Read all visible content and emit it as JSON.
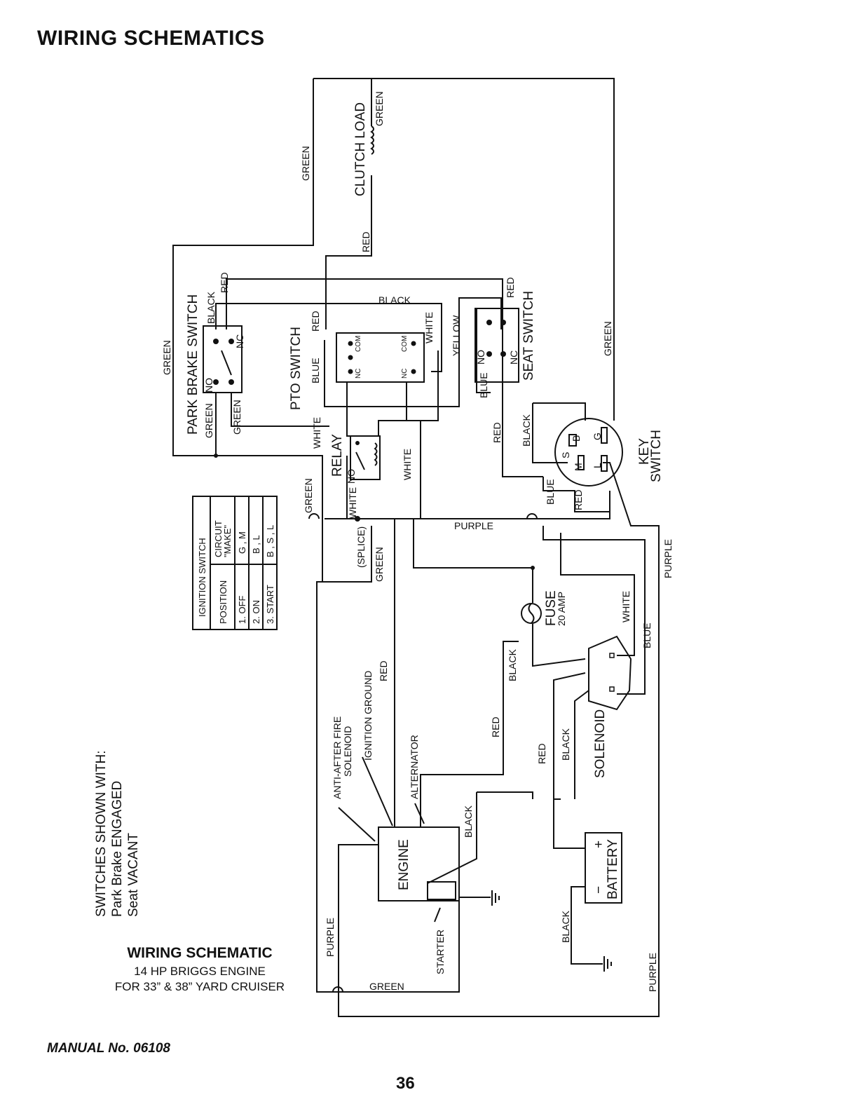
{
  "page_title": "WIRING SCHEMATICS",
  "manual_no": "MANUAL No. 06108",
  "page_number": "36",
  "caption": {
    "title": "WIRING SCHEMATIC",
    "line2": "14 HP BRIGGS ENGINE",
    "line3": "FOR 33” & 38” YARD CRUISER"
  },
  "switches_note": {
    "heading": "SWITCHES SHOWN WITH:",
    "line1": "Park Brake ENGAGED",
    "line2": "Seat VACANT"
  },
  "ignition_table": {
    "title": "IGNITION SWITCH",
    "col1": "POSITION",
    "col2_line1": "CIRCUIT",
    "col2_line2": "\"MAKE\"",
    "rows": [
      {
        "pos": "1.  OFF",
        "make": "G , M"
      },
      {
        "pos": "2.  ON",
        "make": "B , L"
      },
      {
        "pos": "3.  START",
        "make": "B , S , L"
      }
    ]
  },
  "components": {
    "clutch_load": "CLUTCH LOAD",
    "park_brake_switch": "PARK BRAKE SWITCH",
    "pto_switch": "PTO SWITCH",
    "seat_switch": "SEAT SWITCH",
    "relay": "RELAY",
    "key_switch_1": "KEY",
    "key_switch_2": "SWITCH",
    "fuse": "FUSE",
    "fuse_rating": "20 AMP",
    "solenoid": "SOLENOID",
    "battery": "BATTERY",
    "engine": "ENGINE",
    "splice": "(SPLICE)",
    "anti_after_fire_1": "ANTI-AFTER FIRE",
    "anti_after_fire_2": "SOLENOID",
    "ignition_ground": "IGNITION GROUND",
    "alternator": "ALTERNATOR",
    "starter": "STARTER"
  },
  "terminals": {
    "no": "NO",
    "nc": "NC",
    "com": "COM",
    "key_b": "B",
    "key_g": "G",
    "key_s": "S",
    "key_m": "M",
    "key_l": "L",
    "plus": "+",
    "minus": "−"
  },
  "wires": {
    "green": "GREEN",
    "red": "RED",
    "black": "BLACK",
    "white": "WHITE",
    "blue": "BLUE",
    "yellow": "YELLOW",
    "purple": "PURPLE"
  }
}
